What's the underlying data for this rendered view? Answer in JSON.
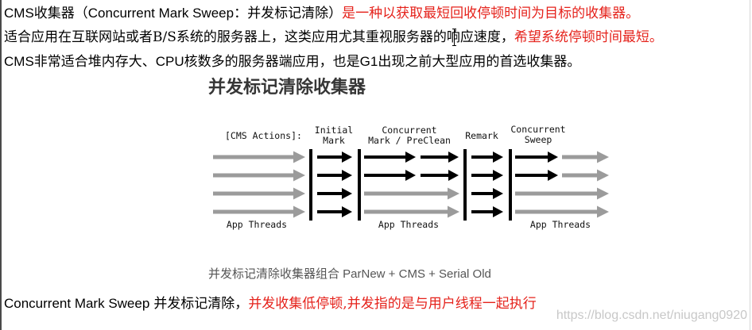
{
  "intro": {
    "line1": {
      "normal": "CMS收集器（Concurrent Mark Sweep：并发标记清除）",
      "highlight": "是一种以获取最短回收停顿时间为目标的收集器。"
    },
    "line2": {
      "normal": "适合应用在互联网站或者B/S系统的服务器上，这类应用尤其重视服务器的响应速度，",
      "highlight": "希望系统停顿时间最短。"
    },
    "line3": {
      "normal": "CMS非常适合堆内存大、CPU核数多的服务器端应用，也是G1出现之前大型应用的首选收集器。"
    }
  },
  "diagram": {
    "title": "并发标记清除收集器",
    "actions_label": "[CMS Actions]:",
    "phases": [
      {
        "lines": [
          "Initial",
          "Mark"
        ]
      },
      {
        "lines": [
          "Concurrent",
          "Mark / PreClean"
        ]
      },
      {
        "lines": [
          "Remark"
        ]
      },
      {
        "lines": [
          "Concurrent",
          "Sweep"
        ]
      }
    ],
    "thread_labels": [
      "App Threads",
      "App Threads",
      "App Threads"
    ],
    "caption": "并发标记清除收集器组合 ParNew + CMS + Serial Old"
  },
  "summary": {
    "term": "Concurrent Mark Sweep",
    "normal": "并发标记清除，",
    "highlight": "并发收集低停顿,并发指的是与用户线程一起执行"
  },
  "watermark": "https://blog.csdn.net/niugang0920",
  "colors": {
    "text": "#000000",
    "highlight": "#e5221b",
    "gc_thread_arrow": "#000000",
    "app_thread_arrow": "#9b9b9b",
    "phase_boundary": "#000000",
    "caption": "#555555",
    "watermark": "#c8c8c8"
  }
}
